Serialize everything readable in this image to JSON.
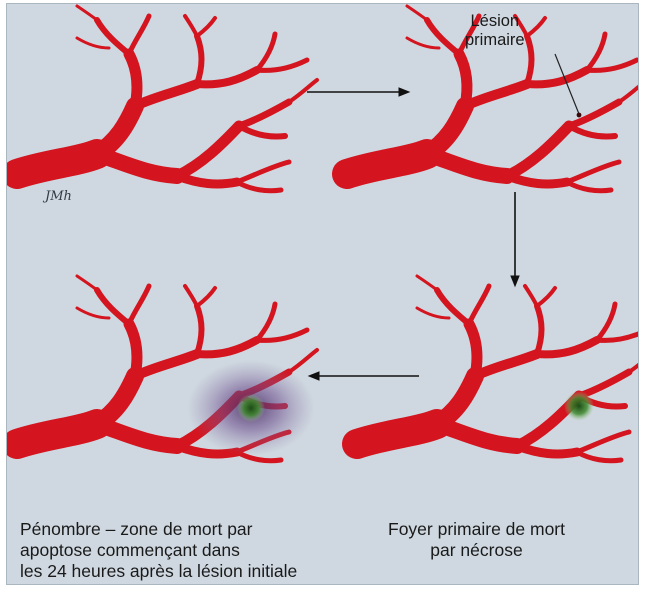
{
  "labels": {
    "primary_lesion": [
      "Lésion",
      "primaire"
    ]
  },
  "captions": {
    "penumbra": [
      "Pénombre – zone de mort par",
      "apoptose commençant dans",
      "les 24 heures après la lésion initiale"
    ],
    "necrosis": [
      "Foyer primaire de mort",
      "par nécrose"
    ]
  },
  "signature": "JMh",
  "colors": {
    "background": "#cfd8e0",
    "vessel": "#d4141e",
    "vessel_dark": "#8e0a10",
    "necrosis_focus": "#3f8a2e",
    "penumbra_halo": "#6b4c8c",
    "arrow": "#111111"
  }
}
